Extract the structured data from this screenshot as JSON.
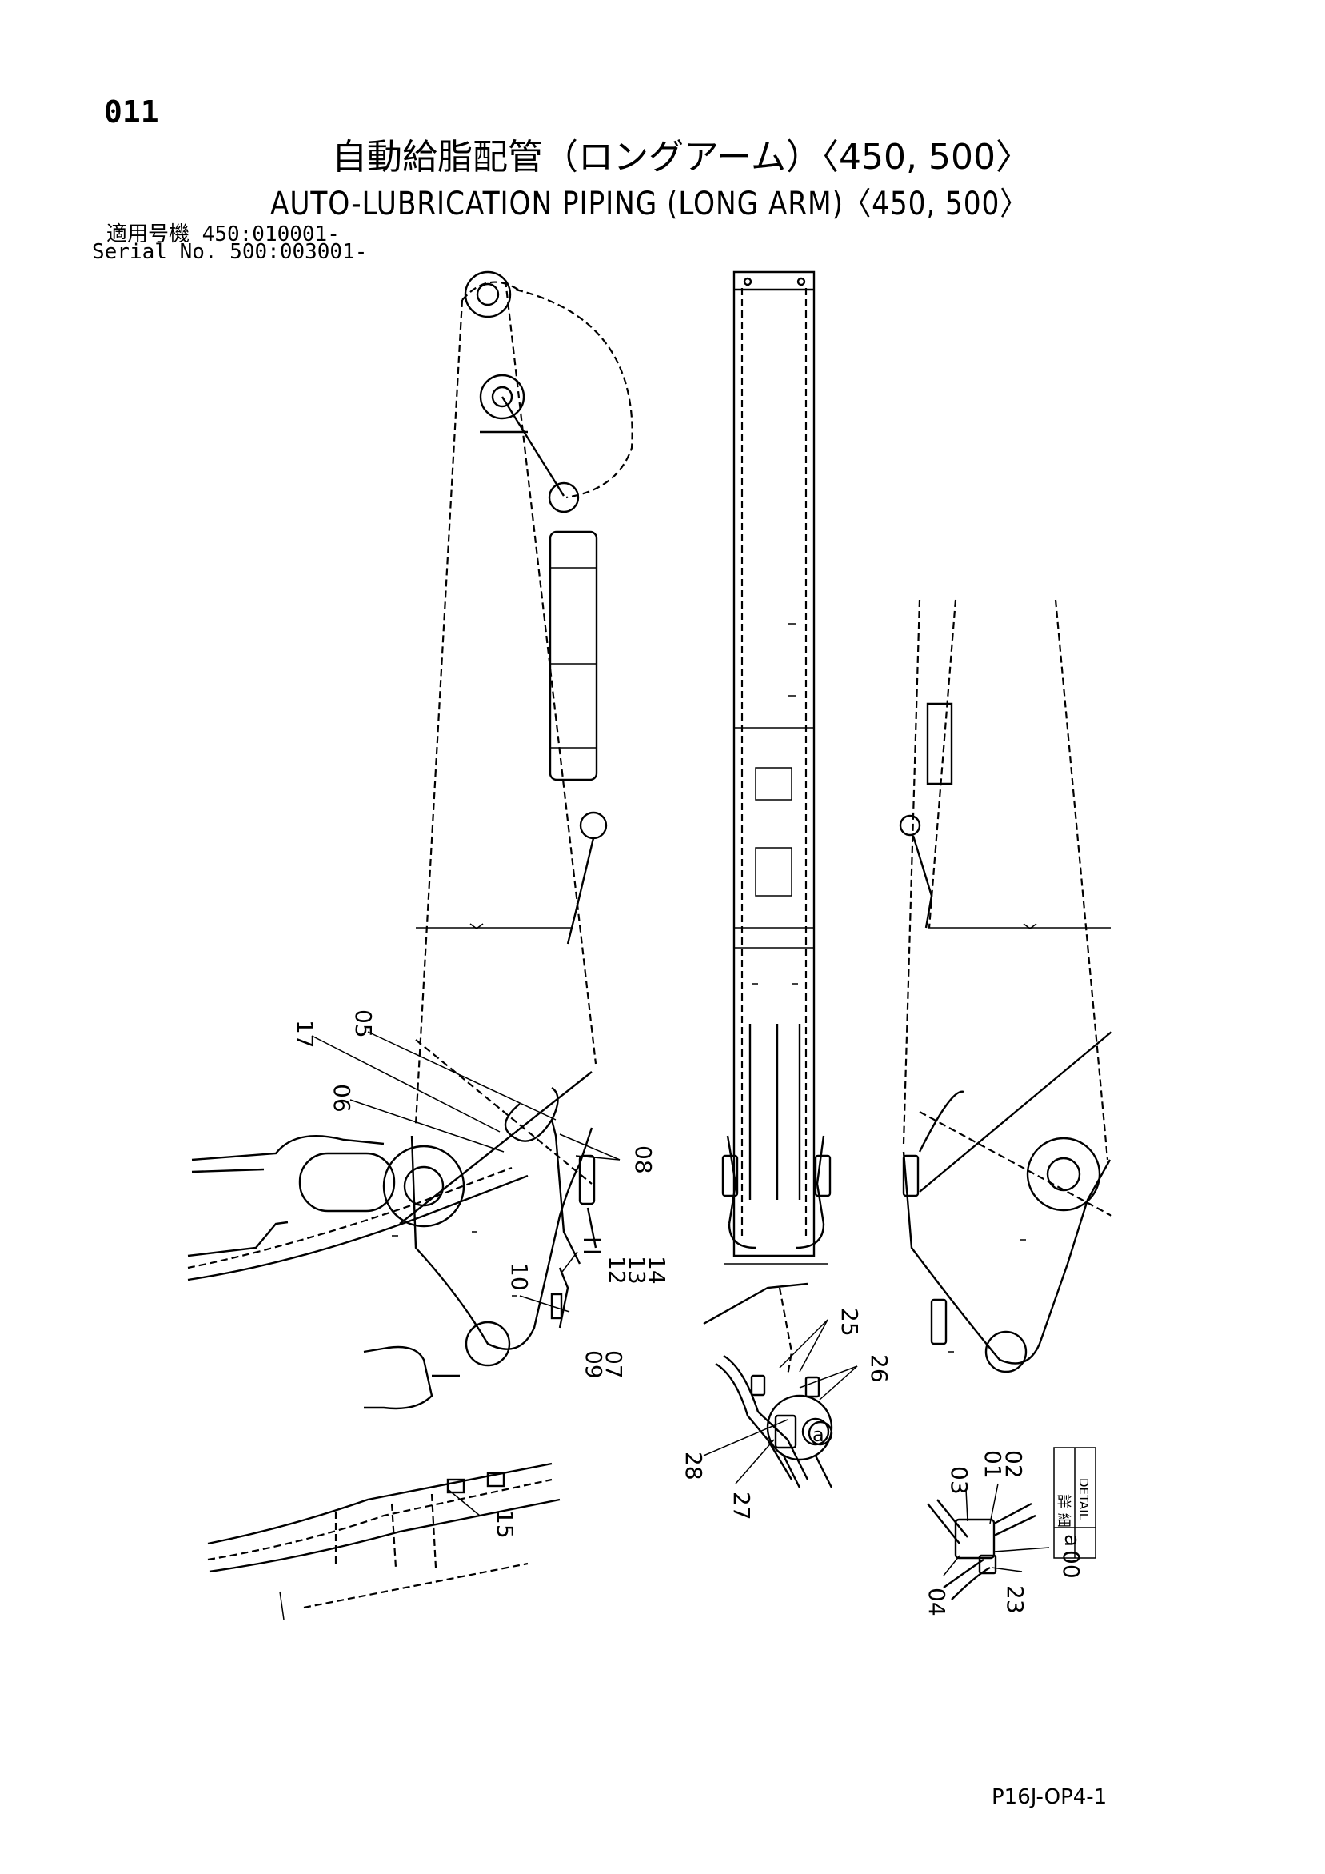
{
  "page_number": "011",
  "title_jp": "自動給脂配管（ロングアーム）〈450, 500〉",
  "title_en": "AUTO-LUBRICATION PIPING (LONG ARM)〈450, 500〉",
  "serial": {
    "label_jp": "適用号機",
    "label_en": "Serial No.",
    "range_450": "450:010001-",
    "range_500": "500:003001-"
  },
  "callouts": [
    "17",
    "05",
    "06",
    "08",
    "10",
    "12",
    "13",
    "14",
    "09",
    "07",
    "15",
    "25",
    "26",
    "28",
    "27",
    "03",
    "01",
    "02",
    "04",
    "23",
    "00"
  ],
  "detail_box": {
    "jp": "詳 細",
    "en": "DETAIL",
    "letter": "a"
  },
  "detail_marker": "a",
  "drawing_id": "P16J-OP4-1"
}
